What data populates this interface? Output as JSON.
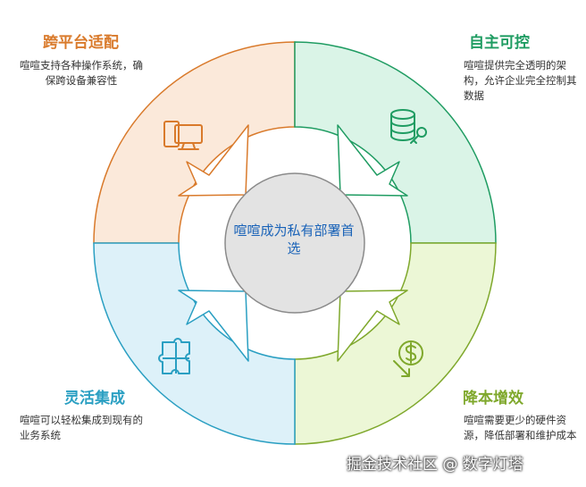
{
  "center": {
    "label": "喧喧成为私有部署首选"
  },
  "quadrants": {
    "top_left": {
      "title": "跨平台适配",
      "description": "喧喧支持各种操作系统，确保跨设备兼容性",
      "icon": "devices-icon",
      "color": "#d97a2b",
      "fill": "#fbe9da"
    },
    "top_right": {
      "title": "自主可控",
      "description": "喧喧提供完全透明的架构，允许企业完全控制其数据",
      "icon": "database-key-icon",
      "color": "#1f9c62",
      "fill": "#daf4e7"
    },
    "bottom_left": {
      "title": "灵活集成",
      "description": "喧喧可以轻松集成到现有的业务系统",
      "icon": "puzzle-icon",
      "color": "#2a9fc2",
      "fill": "#ddf1f9"
    },
    "bottom_right": {
      "title": "降本增效",
      "description": "喧喧需要更少的硬件资源，降低部署和维护成本",
      "icon": "dollar-down-icon",
      "color": "#7fa82c",
      "fill": "#ecf7d6"
    }
  },
  "watermark": "掘金技术社区 @ 数字灯塔"
}
